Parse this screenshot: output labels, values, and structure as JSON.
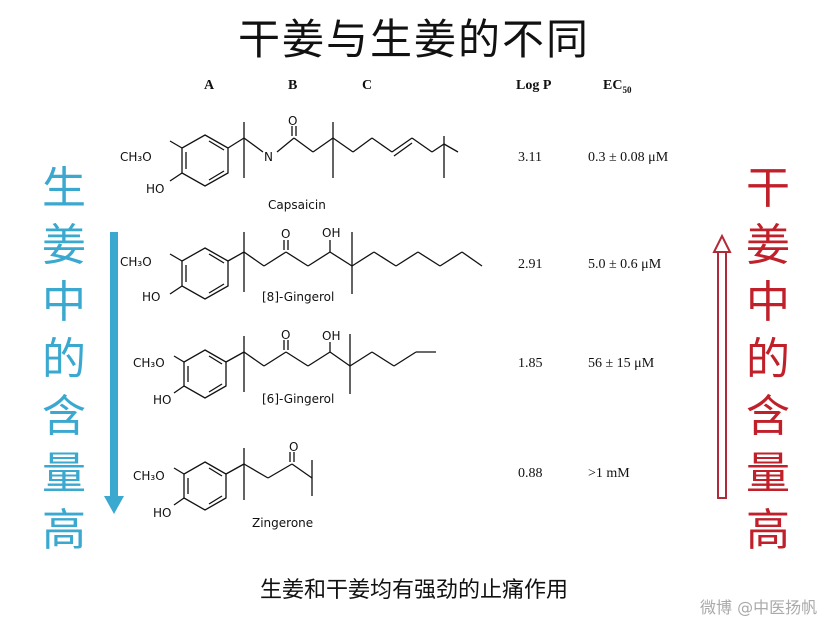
{
  "title": "干姜与生姜的不同",
  "columns": {
    "a": "A",
    "b": "B",
    "c": "C",
    "logp": "Log P",
    "ec50": "EC",
    "ec50_sub": "50"
  },
  "molecules": [
    {
      "name": "Capsaicin",
      "logp": "3.11",
      "ec50": "0.3 ± 0.08 μM",
      "sub": "CH₃O",
      "oh": "HO",
      "hetero_o": "O",
      "n": "N"
    },
    {
      "name": "[8]-Gingerol",
      "logp": "2.91",
      "ec50": "5.0 ± 0.6 μM",
      "sub": "CH₃O",
      "oh": "HO",
      "keto": "O",
      "hydroxyl": "OH"
    },
    {
      "name": "[6]-Gingerol",
      "logp": "1.85",
      "ec50": "56 ± 15 μM",
      "sub": "CH₃O",
      "oh": "HO",
      "keto": "O",
      "hydroxyl": "OH"
    },
    {
      "name": "Zingerone",
      "logp": "0.88",
      "ec50": ">1 mM",
      "sub": "CH₃O",
      "oh": "HO",
      "keto": "O"
    }
  ],
  "left_label": [
    "生",
    "姜",
    "中",
    "的",
    "含",
    "量",
    "高"
  ],
  "right_label": [
    "干",
    "姜",
    "中",
    "的",
    "含",
    "量",
    "高"
  ],
  "footer": "生姜和干姜均有强劲的止痛作用",
  "watermark": "微博 @中医扬帆",
  "colors": {
    "left_arrow": "#3aa8cf",
    "right_arrow": "#b02a38",
    "left_text": "#3aa8cf",
    "right_text": "#c0202a"
  }
}
